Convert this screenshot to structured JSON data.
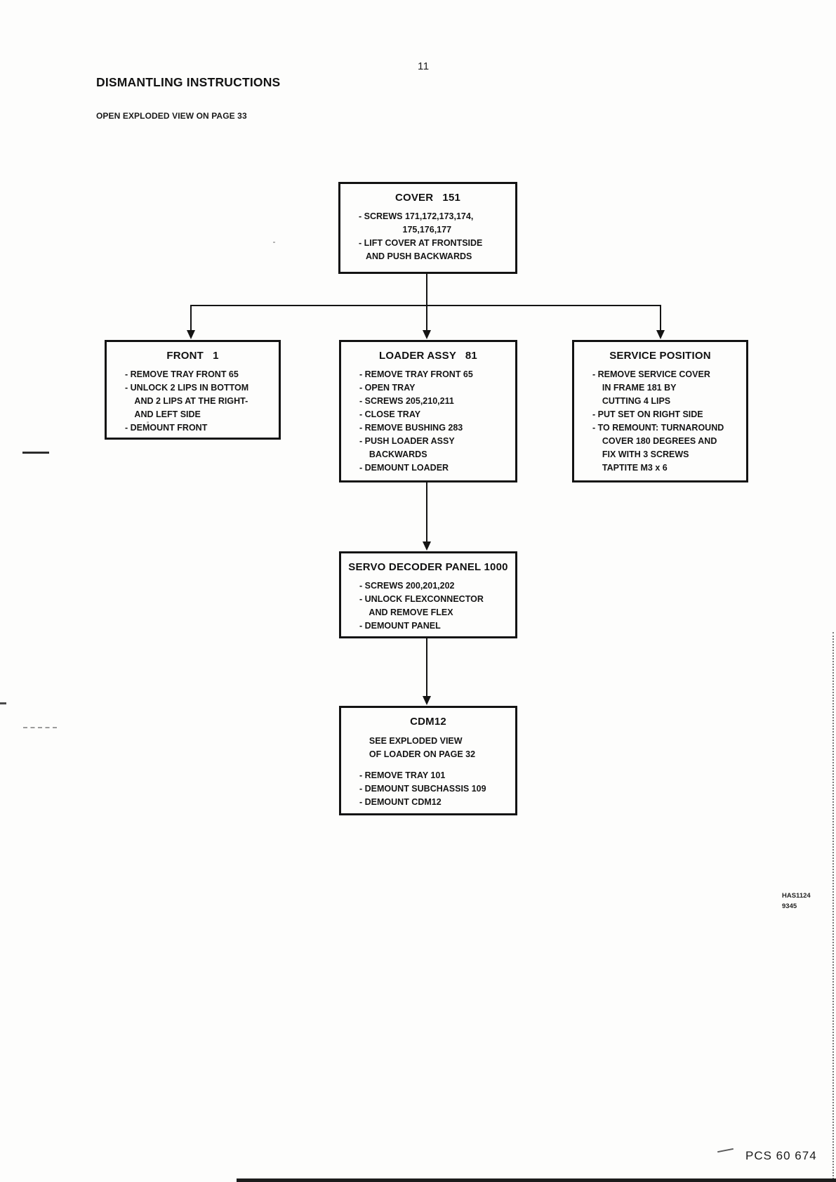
{
  "page": {
    "number": "11",
    "title": "DISMANTLING INSTRUCTIONS",
    "subtitle": "OPEN EXPLODED VIEW ON PAGE 33"
  },
  "colors": {
    "ink": "#141414",
    "paper": "#fdfdfc"
  },
  "flowchart": {
    "boxes": [
      {
        "id": "cover-151",
        "title": "COVER   151",
        "lines": [
          "- SCREWS 171,172,173,174,",
          "                  175,176,177",
          "- LIFT COVER AT FRONTSIDE",
          "   AND PUSH BACKWARDS"
        ]
      },
      {
        "id": "front-1",
        "title": "FRONT   1",
        "lines": [
          "- REMOVE TRAY FRONT 65",
          "- UNLOCK 2 LIPS IN BOTTOM",
          "    AND 2 LIPS AT THE RIGHT-",
          "    AND LEFT SIDE",
          "- DEMOUNT FRONT"
        ]
      },
      {
        "id": "loader-assy-81",
        "title": "LOADER ASSY   81",
        "lines": [
          "- REMOVE TRAY FRONT 65",
          "- OPEN TRAY",
          "- SCREWS 205,210,211",
          "- CLOSE TRAY",
          "- REMOVE BUSHING 283",
          "- PUSH LOADER ASSY",
          "    BACKWARDS",
          "- DEMOUNT LOADER"
        ]
      },
      {
        "id": "service-position",
        "title": "SERVICE POSITION",
        "lines": [
          "- REMOVE SERVICE COVER",
          "    IN FRAME 181 BY",
          "    CUTTING 4 LIPS",
          "- PUT SET ON RIGHT SIDE",
          "- TO REMOUNT: TURNAROUND",
          "    COVER 180 DEGREES AND",
          "    FIX WITH 3 SCREWS",
          "    TAPTITE M3 x 6"
        ]
      },
      {
        "id": "servo-decoder-panel-1000",
        "title": "SERVO DECODER PANEL 1000",
        "lines": [
          "- SCREWS 200,201,202",
          "- UNLOCK FLEXCONNECTOR",
          "    AND REMOVE FLEX",
          "- DEMOUNT PANEL"
        ]
      },
      {
        "id": "cdm12",
        "title": "CDM12",
        "note_lines": [
          "    SEE EXPLODED VIEW",
          "    OF LOADER ON PAGE 32"
        ],
        "lines": [
          "- REMOVE TRAY 101",
          "- DEMOUNT SUBCHASSIS 109",
          "- DEMOUNT CDM12"
        ]
      }
    ]
  },
  "footer": {
    "code_line1": "HAS1124",
    "code_line2": "9345",
    "part_number": "PCS 60 674"
  }
}
